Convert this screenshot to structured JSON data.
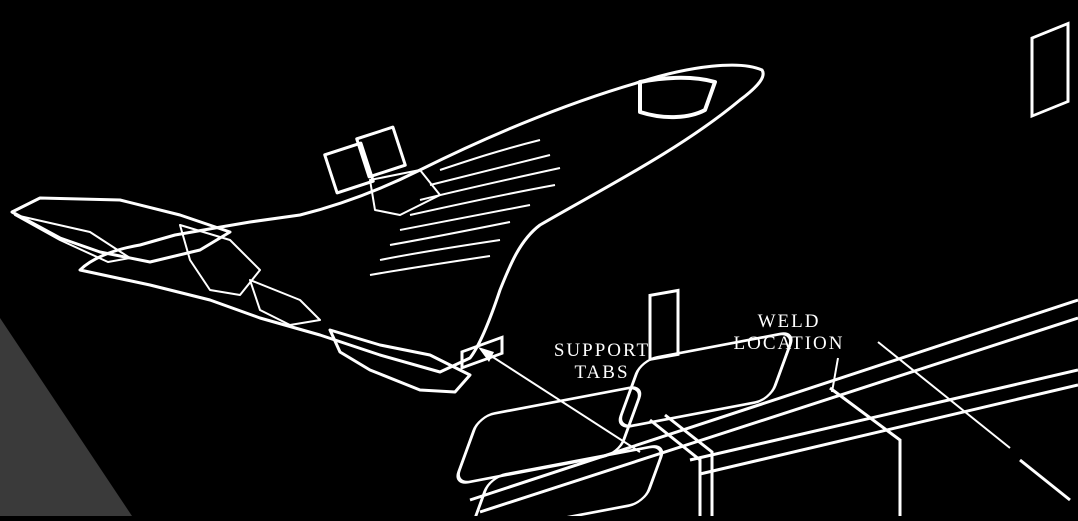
{
  "diagram": {
    "labels": {
      "support_line1": "SUPPORT",
      "support_line2": "TABS",
      "weld_line1": "WELD",
      "weld_line2": "LOCATION"
    },
    "colors": {
      "background": "#000000",
      "ink": "#ffffff",
      "corner_shape": "#3a3a3a"
    }
  }
}
